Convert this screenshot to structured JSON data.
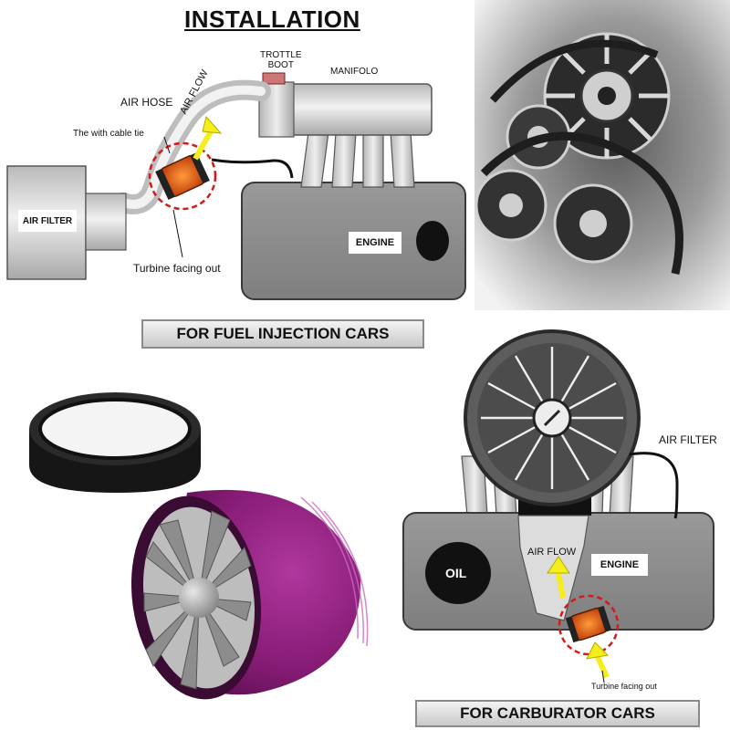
{
  "title": "INSTALLATION",
  "fuel_injection": {
    "label_trottle_boot": "TROTTLE\nBOOT",
    "label_manifold": "MANIFOLO",
    "label_air_hose": "AIR HOSE",
    "label_air_flow": "AIR FLOW",
    "label_cable_tie": "The with cable tie",
    "label_air_filter": "AIR FILTER",
    "label_engine": "ENGINE",
    "label_turbine": "Turbine facing out",
    "banner": "FOR FUEL INJECTION CARS"
  },
  "carburator": {
    "label_air_filter": "AIR FILTER",
    "label_oil": "OIL",
    "label_air_flow": "AIR FLOW",
    "label_engine": "ENGINE",
    "label_turbine": "Turbine facing out",
    "banner": "FOR CARBURATOR CARS"
  },
  "colors": {
    "engine_gray": "#8e8e8e",
    "metal_light": "#d4d4d4",
    "arrow_yellow": "#f5ee1a",
    "highlight_red": "#d21a1a",
    "fan_purple": "#8a1f7a"
  }
}
